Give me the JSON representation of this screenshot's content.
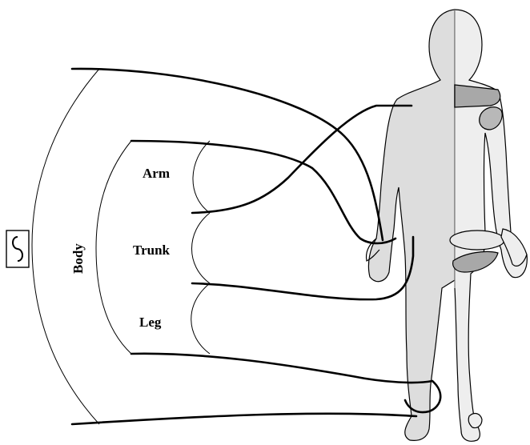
{
  "labels": {
    "body": "Body",
    "arm": "Arm",
    "trunk": "Trunk",
    "leg": "Leg"
  },
  "source_symbol": {
    "icon": "sine-wave-icon",
    "glyph": "~"
  },
  "colors": {
    "figure_light": "#d8d8d8",
    "figure_mid": "#e6e6e6",
    "shaded_section": "#a8a8a8",
    "line": "#000000"
  }
}
